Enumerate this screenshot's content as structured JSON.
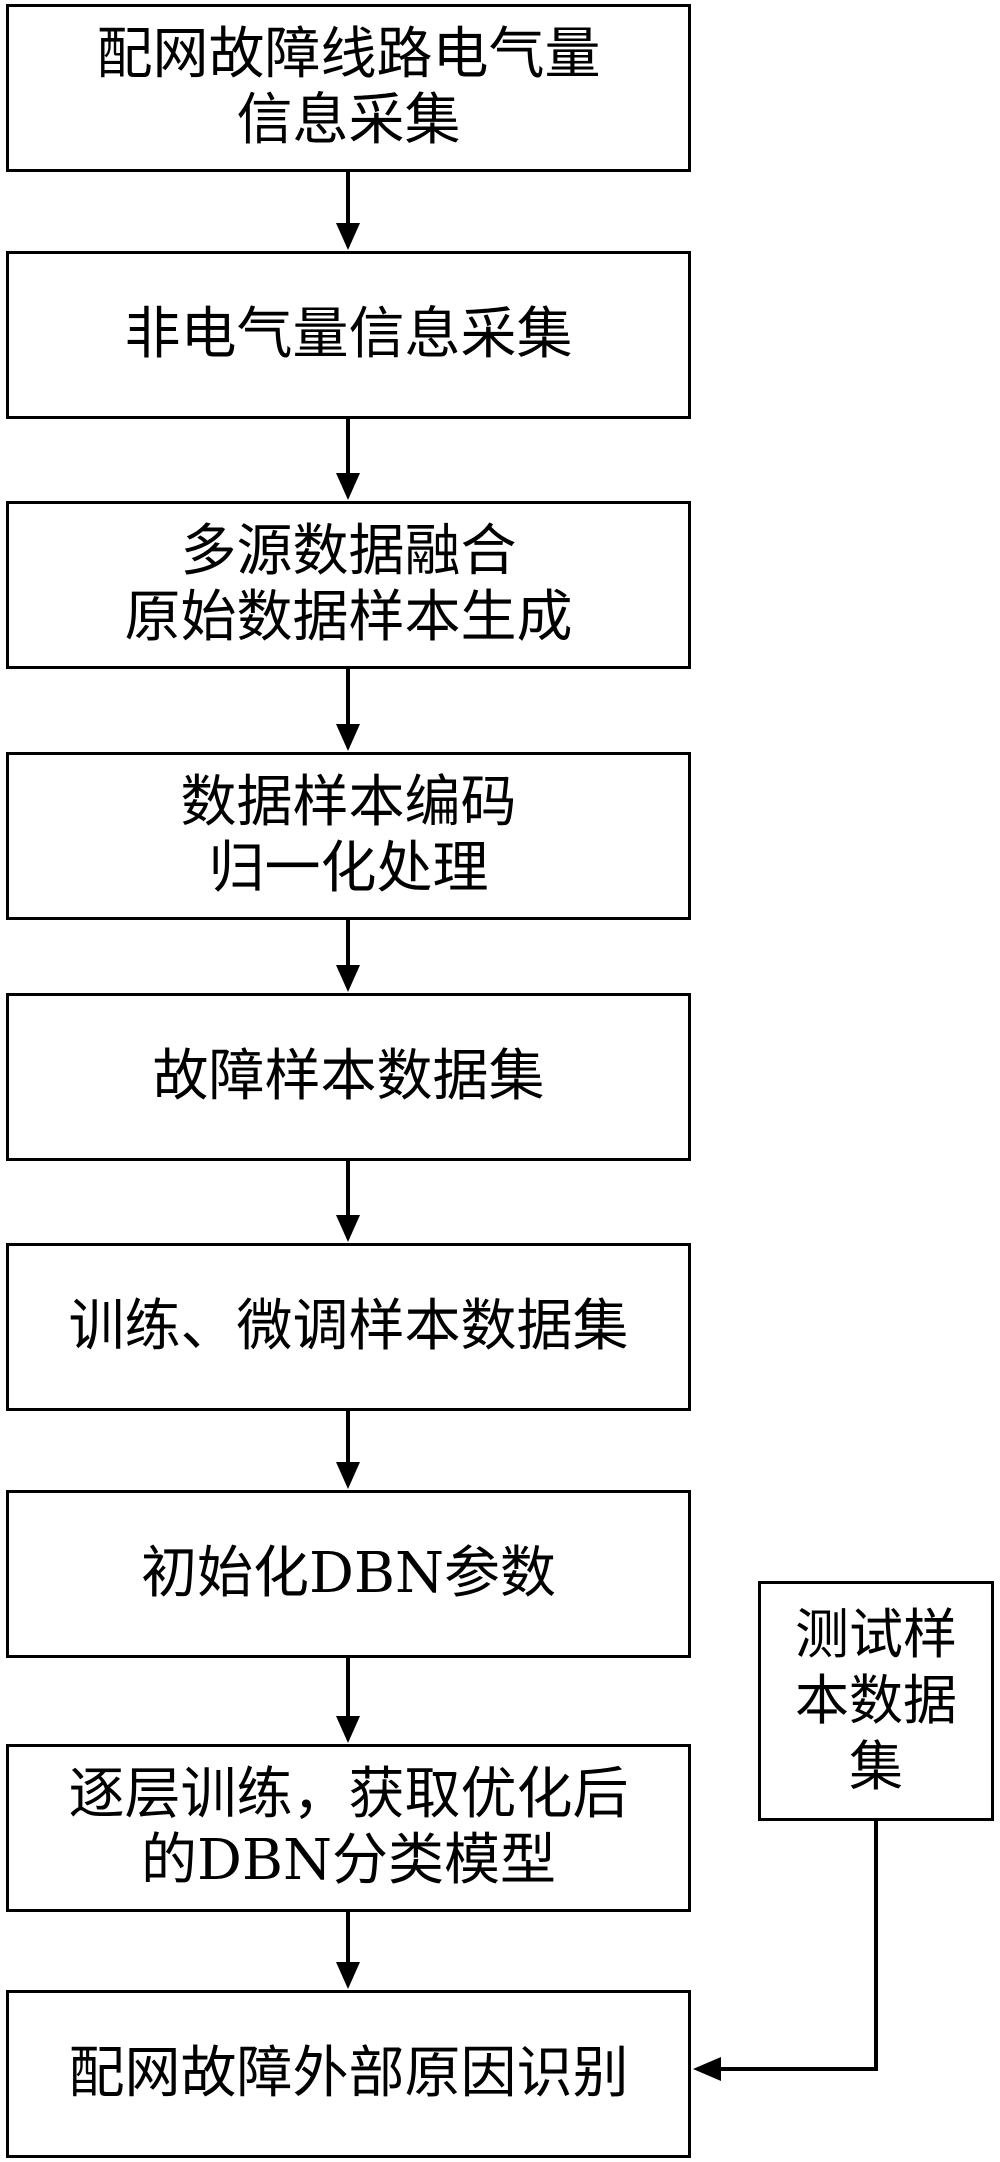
{
  "flow": {
    "steps": [
      {
        "lines": [
          "配网故障线路电气量",
          "信息采集"
        ]
      },
      {
        "lines": [
          "非电气量信息采集"
        ]
      },
      {
        "lines": [
          "多源数据融合",
          "原始数据样本生成"
        ]
      },
      {
        "lines": [
          "数据样本编码",
          "归一化处理"
        ]
      },
      {
        "lines": [
          "故障样本数据集"
        ]
      },
      {
        "lines": [
          "训练、微调样本数据集"
        ]
      },
      {
        "lines": [
          "初始化DBN参数"
        ]
      },
      {
        "lines": [
          "逐层训练，获取优化后",
          "的DBN分类模型"
        ]
      },
      {
        "lines": [
          "配网故障外部原因识别"
        ]
      }
    ],
    "side_input": {
      "lines": [
        "测试样",
        "本数据",
        "集"
      ]
    }
  },
  "colors": {
    "stroke": "#000000",
    "fill": "#ffffff",
    "text": "#000000"
  }
}
